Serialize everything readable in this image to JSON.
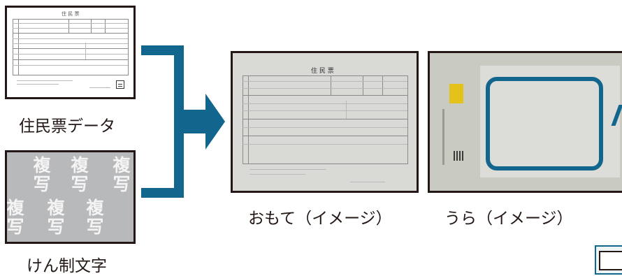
{
  "cards": {
    "data": {
      "caption": "住民票データ",
      "doc_title": "住 民 票"
    },
    "pattern": {
      "caption": "けん制文字",
      "watermark_text": "複写"
    },
    "front": {
      "caption": "おもて（イメージ）",
      "doc_title": "住 民 票"
    },
    "back": {
      "caption": "うら（イメージ）"
    }
  },
  "colors": {
    "connector": "#12668e",
    "dark_frame": "#231815",
    "paper_front": "#d9dad5",
    "paper_back": "#c9cbc3",
    "pattern_bg": "#b8b9bb",
    "highlight": "#12668e"
  }
}
